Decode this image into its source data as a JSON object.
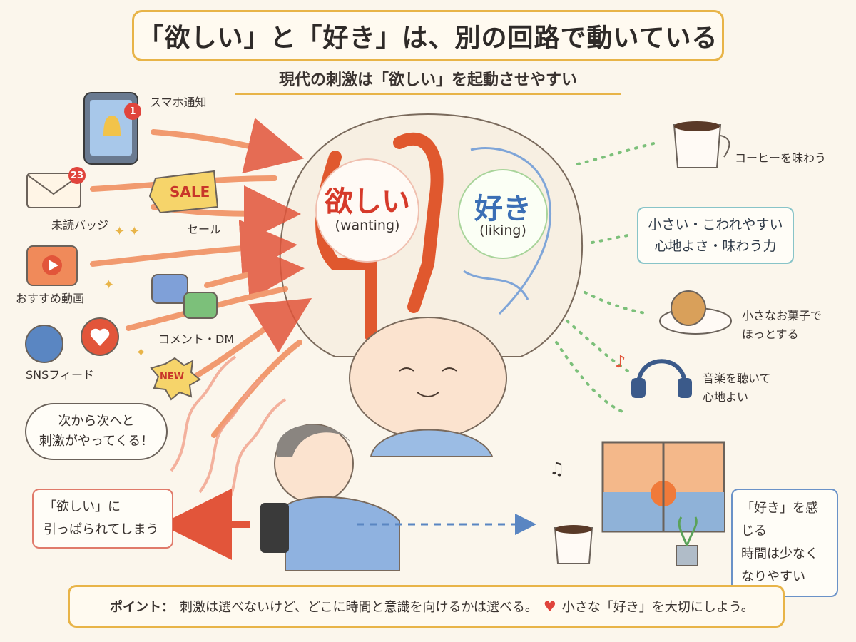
{
  "title": "「欲しい」と「好き」は、別の回路で動いている",
  "subtitle": "現代の刺激は「欲しい」を起動させやすい",
  "brain": {
    "wanting_label": "欲しい",
    "wanting_en": "(wanting)",
    "liking_label": "好き",
    "liking_en": "(liking)"
  },
  "stimuli": {
    "smartphone_notification": "スマホ通知",
    "smartphone_badge": "1",
    "unread_badge_label": "未読バッジ",
    "unread_badge_count": "23",
    "sale_tag": "SALE",
    "sale_label": "セール",
    "recommended_video": "おすすめ動画",
    "comment_dm": "コメント・DM",
    "sns_feed": "SNSフィード",
    "new_tag": "NEW"
  },
  "cloud_text": [
    "次から次へと",
    "刺激がやってくる！"
  ],
  "pulled_text": [
    "「欲しい」に",
    "引っぱられてしまう"
  ],
  "liking_items": {
    "coffee": "コーヒーを味わう",
    "small_box": [
      "小さい・こわれやすい",
      "心地よさ・味わう力"
    ],
    "snack": [
      "小さなお菓子で",
      "ほっとする"
    ],
    "music": [
      "音楽を聴いて",
      "心地よい"
    ]
  },
  "liking_time_text": [
    "「好き」を感じる",
    "時間は少なく",
    "なりやすい"
  ],
  "point": {
    "prefix": "ポイント：",
    "text": "刺激は選べないけど、どこに時間と意識を向けるかは選べる。",
    "suffix": "小さな「好き」を大切にしよう。"
  },
  "colors": {
    "wanting": "#d63a2a",
    "liking": "#3b6fb5",
    "accent": "#e8b448"
  }
}
